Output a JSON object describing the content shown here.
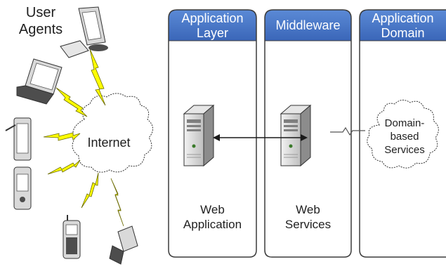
{
  "user_agents": {
    "line1": "User",
    "line2": "Agents"
  },
  "internet": {
    "label": "Internet"
  },
  "columns": [
    {
      "header": [
        "Application",
        "Layer"
      ],
      "content": [
        "Web",
        "Application"
      ]
    },
    {
      "header": [
        "Middleware"
      ],
      "content": [
        "Web",
        "Services"
      ]
    },
    {
      "header": [
        "Application",
        "Domain"
      ],
      "content": [
        "Domain-",
        "based",
        "Services"
      ]
    }
  ],
  "colors": {
    "header_fill": "#4472c4",
    "panel_border": "#3b3b3b",
    "lightning": "#ffff00",
    "device_fill": "#d9d9d9",
    "device_dark": "#4d4d4d"
  },
  "icons": {
    "devices": [
      "desktop-monitor-icon",
      "laptop-icon",
      "tablet-icon",
      "pda-icon",
      "cellphone-icon",
      "flip-phone-icon"
    ],
    "servers": [
      "server-icon",
      "server-icon"
    ],
    "clouds": [
      "internet-cloud-icon",
      "domain-services-cloud-icon"
    ]
  }
}
